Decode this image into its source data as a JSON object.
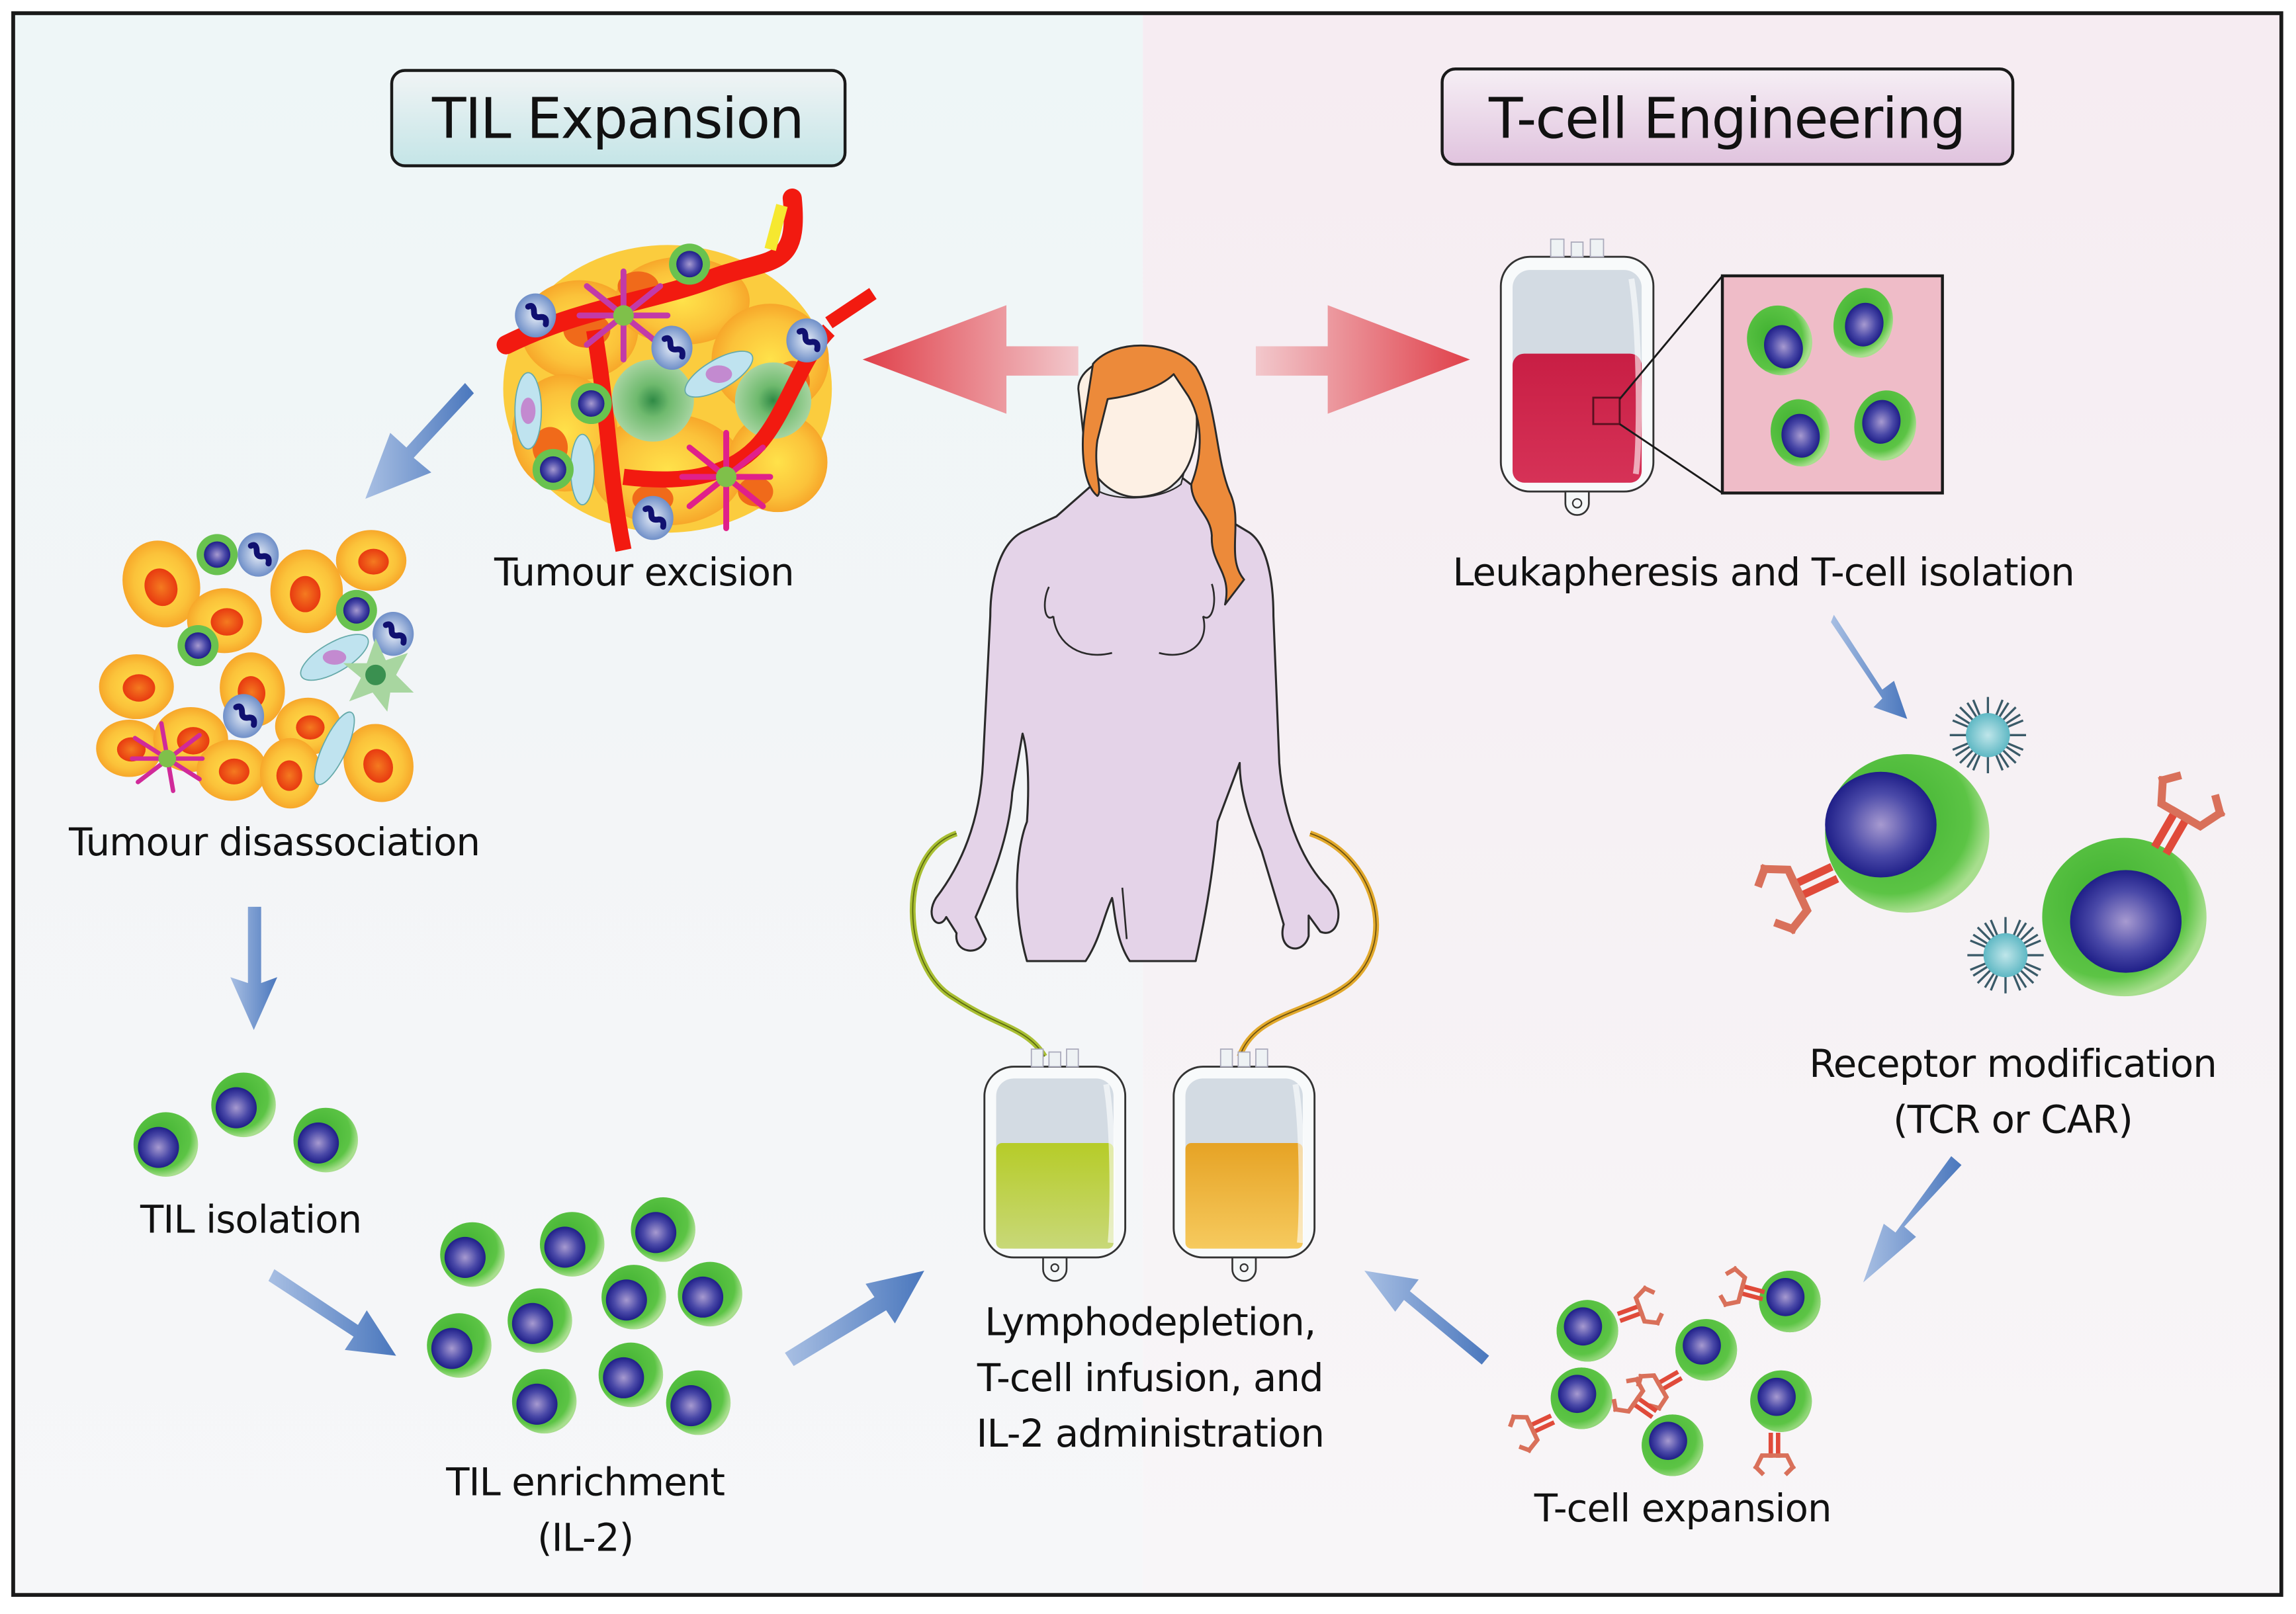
{
  "panels": {
    "left": {
      "title": "TIL Expansion",
      "color_top": "#f2f5f6",
      "color_bottom": "#c6e6e8",
      "bg": "#eef5f6"
    },
    "right": {
      "title": "T-cell Engineering",
      "color_top": "#f7f0f5",
      "color_bottom": "#e2c6e0",
      "bg": "#f6eff3"
    }
  },
  "steps": {
    "tumour_excision": "Tumour excision",
    "tumour_disassociation": "Tumour disassociation",
    "til_isolation": "TIL isolation",
    "til_enrichment": [
      "TIL enrichment",
      "(IL-2)"
    ],
    "infusion": [
      "Lymphodepletion,",
      "T-cell infusion, and",
      "IL-2 administration"
    ],
    "leukapheresis": "Leukapheresis and T-cell isolation",
    "receptor_modification": [
      "Receptor modification",
      "(TCR or CAR)"
    ],
    "tcell_expansion": "T-cell expansion"
  },
  "colors": {
    "flow_arrow": "#4f7cc0",
    "patient_arrow": "#e04850",
    "cell_membrane": "#4fbf3a",
    "cell_nucleus": "#2a2a8c",
    "blood": "#cf2248",
    "bag_green": "#b7cd2a",
    "bag_orange": "#eaaa2a",
    "body": "#e4d3e8",
    "hair": "#ec8a3a",
    "receptor": "#d9705a"
  },
  "icons": {
    "patient": "woman-figure-icon",
    "tumour": "tumour-mass-icon",
    "blood_bag": "iv-bag-icon",
    "t_cell": "lymphocyte-icon",
    "virus": "viral-vector-icon",
    "receptor": "car-receptor-icon"
  }
}
